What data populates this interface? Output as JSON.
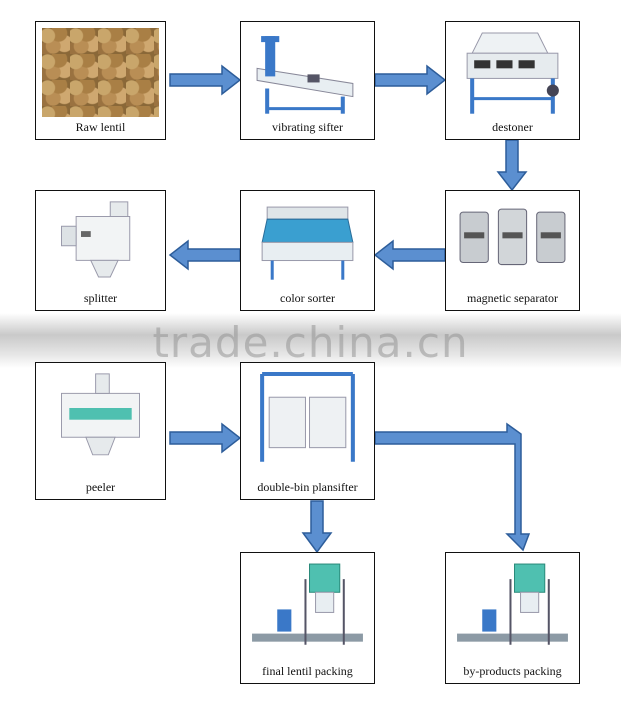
{
  "watermark": "trade.china.cn",
  "steps": {
    "raw_lentil": "Raw lentil",
    "vibrating_sifter": "vibrating sifter",
    "destoner": "destoner",
    "splitter": "splitter",
    "color_sorter": "color sorter",
    "magnetic_separator": "magnetic separator",
    "peeler": "peeler",
    "double_bin_plansifter": "double-bin plansifter",
    "final_lentil_packing": "final lentil packing",
    "by_products_packing": "by-products packing"
  },
  "colors": {
    "arrow_fill": "#5b8fd0",
    "arrow_stroke": "#2d5d9a",
    "machine_frame": "#3a78c8",
    "machine_body": "#e8eef2",
    "machine_accent": "#4fc0b0"
  }
}
